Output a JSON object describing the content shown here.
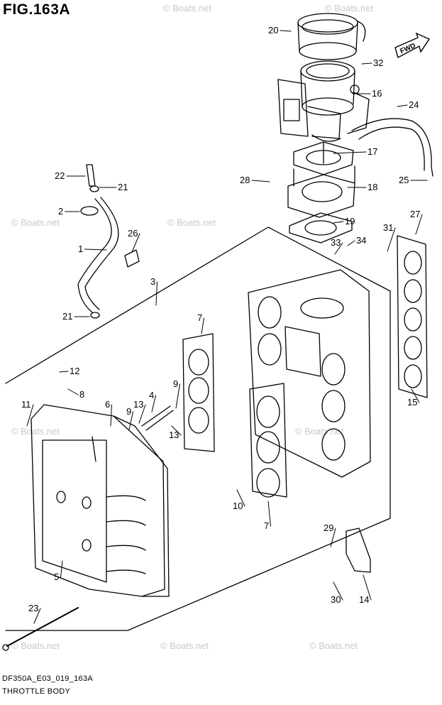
{
  "header": {
    "figure_title": "FIG.163A"
  },
  "footer": {
    "diagram_code": "DF350A_E03_019_163A",
    "caption": "THROTTLE BODY"
  },
  "fwd_badge": {
    "label": "FWD"
  },
  "watermark": {
    "text": "© Boats.net"
  },
  "callouts": [
    {
      "id": "c20",
      "label": "20"
    },
    {
      "id": "c32",
      "label": "32"
    },
    {
      "id": "c16",
      "label": "16"
    },
    {
      "id": "c24",
      "label": "24"
    },
    {
      "id": "c17",
      "label": "17"
    },
    {
      "id": "c18",
      "label": "18"
    },
    {
      "id": "c28",
      "label": "28"
    },
    {
      "id": "c25",
      "label": "25"
    },
    {
      "id": "c19",
      "label": "19"
    },
    {
      "id": "c27",
      "label": "27"
    },
    {
      "id": "c31",
      "label": "31"
    },
    {
      "id": "c34",
      "label": "34"
    },
    {
      "id": "c33",
      "label": "33"
    },
    {
      "id": "c22",
      "label": "22"
    },
    {
      "id": "c21a",
      "label": "21"
    },
    {
      "id": "c2",
      "label": "2"
    },
    {
      "id": "c26",
      "label": "26"
    },
    {
      "id": "c1",
      "label": "1"
    },
    {
      "id": "c3",
      "label": "3"
    },
    {
      "id": "c21b",
      "label": "21"
    },
    {
      "id": "c7a",
      "label": "7"
    },
    {
      "id": "c12",
      "label": "12"
    },
    {
      "id": "c8",
      "label": "8"
    },
    {
      "id": "c9a",
      "label": "9"
    },
    {
      "id": "c11",
      "label": "11"
    },
    {
      "id": "c6",
      "label": "6"
    },
    {
      "id": "c9b",
      "label": "9"
    },
    {
      "id": "c13a",
      "label": "13"
    },
    {
      "id": "c4",
      "label": "4"
    },
    {
      "id": "c13b",
      "label": "13"
    },
    {
      "id": "c15",
      "label": "15"
    },
    {
      "id": "c10",
      "label": "10"
    },
    {
      "id": "c7b",
      "label": "7"
    },
    {
      "id": "c29",
      "label": "29"
    },
    {
      "id": "c5",
      "label": "5"
    },
    {
      "id": "c23",
      "label": "23"
    },
    {
      "id": "c30",
      "label": "30"
    },
    {
      "id": "c14",
      "label": "14"
    }
  ]
}
